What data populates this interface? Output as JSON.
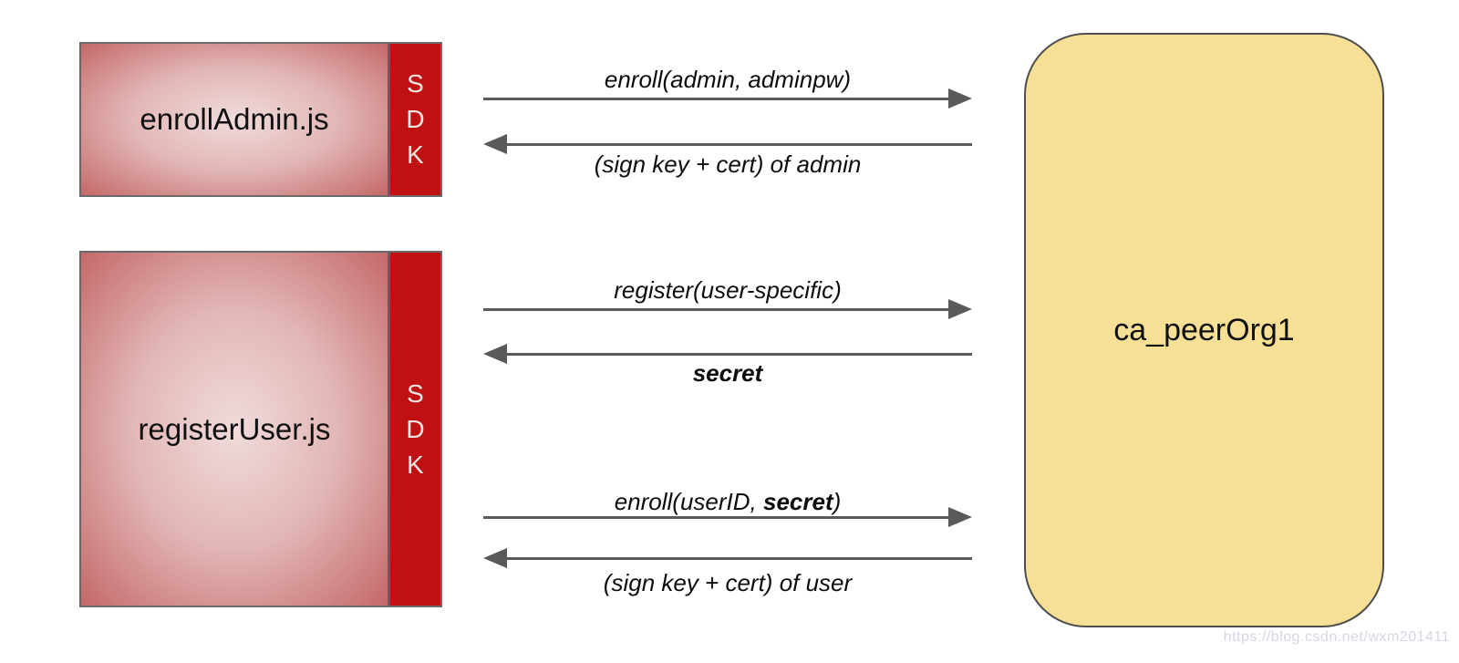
{
  "actors": [
    {
      "id": "enrollAdmin",
      "label": "enrollAdmin.js",
      "sdk": [
        "S",
        "D",
        "K"
      ]
    },
    {
      "id": "registerUser",
      "label": "registerUser.js",
      "sdk": [
        "S",
        "D",
        "K"
      ]
    },
    {
      "id": "ca",
      "label": "ca_peerOrg1"
    }
  ],
  "messages": [
    {
      "prefix": "enroll(admin, adminpw)",
      "bold": "",
      "suffix": "",
      "direction": "right",
      "from": "enrollAdmin",
      "to": "ca"
    },
    {
      "prefix": "(sign key + cert) of admin",
      "bold": "",
      "suffix": "",
      "direction": "left",
      "from": "ca",
      "to": "enrollAdmin"
    },
    {
      "prefix": "register(user-specific)",
      "bold": "",
      "suffix": "",
      "direction": "right",
      "from": "registerUser",
      "to": "ca"
    },
    {
      "prefix": "",
      "bold": "secret",
      "suffix": "",
      "direction": "left",
      "from": "ca",
      "to": "registerUser"
    },
    {
      "prefix": "enroll(userID, ",
      "bold": "secret",
      "suffix": ")",
      "direction": "right",
      "from": "registerUser",
      "to": "ca"
    },
    {
      "prefix": "(sign key + cert) of user",
      "bold": "",
      "suffix": "",
      "direction": "left",
      "from": "ca",
      "to": "registerUser"
    }
  ],
  "watermark": "https://blog.csdn.net/wxm201411",
  "colors": {
    "actor_gradient_center": "#f0dbdb",
    "actor_gradient_edge": "#c56868",
    "sdk_strip": "#bf1111",
    "sdk_text": "#f2e3e3",
    "box_border": "#6a6a6a",
    "ca_fill": "#f6e096",
    "ca_border": "#4d4d4d",
    "arrow": "#5a5a5a"
  }
}
